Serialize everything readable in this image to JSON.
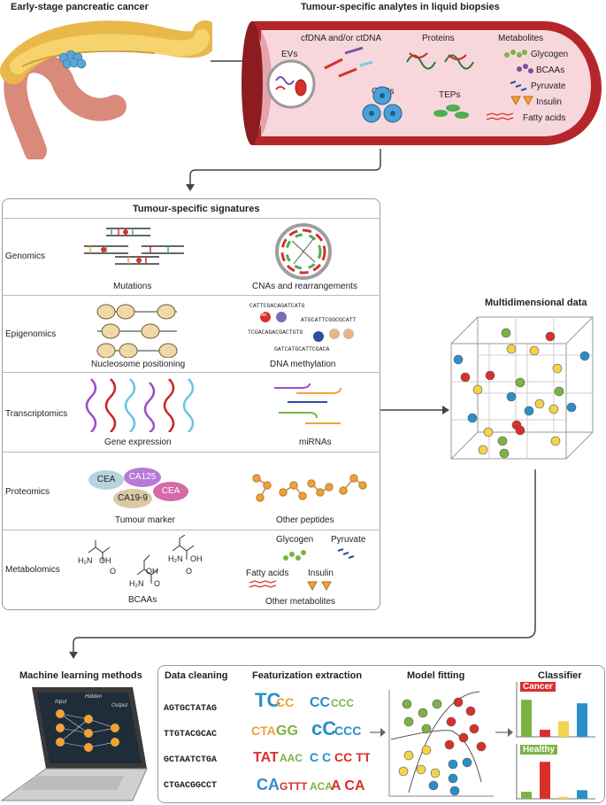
{
  "top": {
    "pancreas_title": "Early-stage pancreatic cancer",
    "biopsy_title": "Tumour-specific analytes in liquid biopsies",
    "analytes": {
      "cfdna": "cfDNA and/or ctDNA",
      "evs": "EVs",
      "proteins": "Proteins",
      "ctcs": "CTCs",
      "teps": "TEPs",
      "metabolites": "Metabolites",
      "glycogen": "Glycogen",
      "bcaas": "BCAAs",
      "pyruvate": "Pyruvate",
      "insulin": "Insulin",
      "fatty_acids": "Fatty acids"
    }
  },
  "signatures": {
    "title": "Tumour-specific signatures",
    "rows": [
      {
        "name": "Genomics",
        "left": "Mutations",
        "right": "CNAs and rearrangements"
      },
      {
        "name": "Epigenomics",
        "left": "Nucleosome positioning",
        "right": "DNA methylation"
      },
      {
        "name": "Transcriptomics",
        "left": "Gene expression",
        "right": "miRNAs"
      },
      {
        "name": "Proteomics",
        "left": "Tumour marker",
        "right": "Other peptides"
      },
      {
        "name": "Metabolomics",
        "left": "BCAAs",
        "right": "Other metabolites"
      }
    ],
    "methylation_seqs": [
      "CATTCGACAGATCATG",
      "ATGCATTCGGCGCATT",
      "TCGACAGACGACTGTG",
      "GATCATGCATTCGACA"
    ],
    "me": "Me",
    "markers": [
      "CEA",
      "CA125",
      "CA19-9",
      "CEA"
    ],
    "metab_labels": {
      "glycogen": "Glycogen",
      "pyruvate": "Pyruvate",
      "fatty_acids": "Fatty acids",
      "insulin": "Insulin"
    },
    "chem": {
      "h2n": "H₂N",
      "oh": "OH",
      "o": "O"
    }
  },
  "multidim": {
    "title": "Multidimensional data"
  },
  "ml": {
    "title": "Machine learning methods",
    "laptop_labels": {
      "input": "Input",
      "hidden": "Hidden",
      "output": "Output"
    },
    "steps": {
      "cleaning": "Data cleaning",
      "featurization": "Featurization extraction",
      "fitting": "Model fitting",
      "classifier": "Classifier"
    },
    "sequences": [
      "AGTGCTATAG",
      "TTGTACGCAC",
      "GCTAATCTGA",
      "CTGACGGCCT"
    ],
    "classes": {
      "cancer": "Cancer",
      "healthy": "Healthy"
    },
    "colors": {
      "cancer": "#d9302c",
      "healthy": "#7cb342",
      "green": "#7cb342",
      "red": "#d9302c",
      "yellow": "#f3d34a",
      "blue": "#2a8fc8"
    }
  }
}
